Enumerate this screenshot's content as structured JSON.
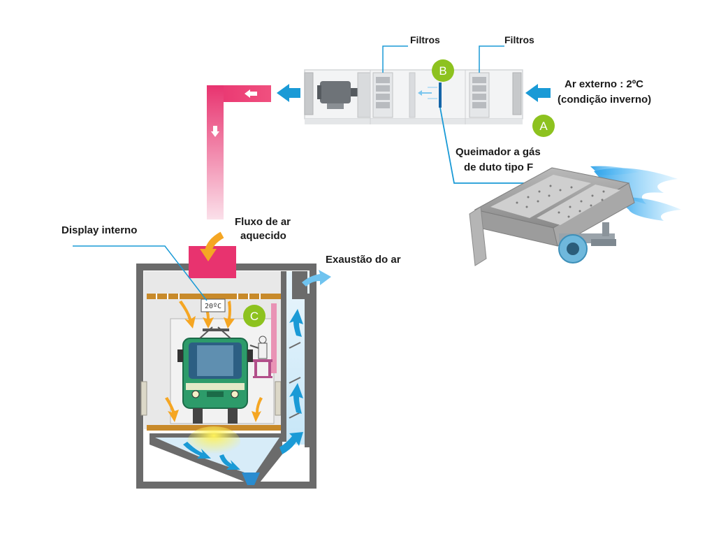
{
  "labels": {
    "filters_left": "Filtros",
    "filters_right": "Filtros",
    "outside_air_line1": "Ar externo : 2ºC",
    "outside_air_line2": "(condição inverno)",
    "burner_line1": "Queimador a gás",
    "burner_line2": "de duto tipo F",
    "heated_air_line1": "Fluxo de ar",
    "heated_air_line2": "aquecido",
    "internal_display": "Display interno",
    "air_exhaust": "Exaustão do ar",
    "display_reading": "20ºC"
  },
  "badges": {
    "a": "A",
    "b": "B",
    "c": "C"
  },
  "colors": {
    "badge_green": "#8dc21f",
    "leader_blue": "#1a9ad6",
    "arrow_blue": "#1a9ad6",
    "duct_pink": "#e8336f",
    "heated_orange": "#f5a623",
    "booth_grey": "#6b6b6b",
    "train_green": "#2d9b6a"
  }
}
